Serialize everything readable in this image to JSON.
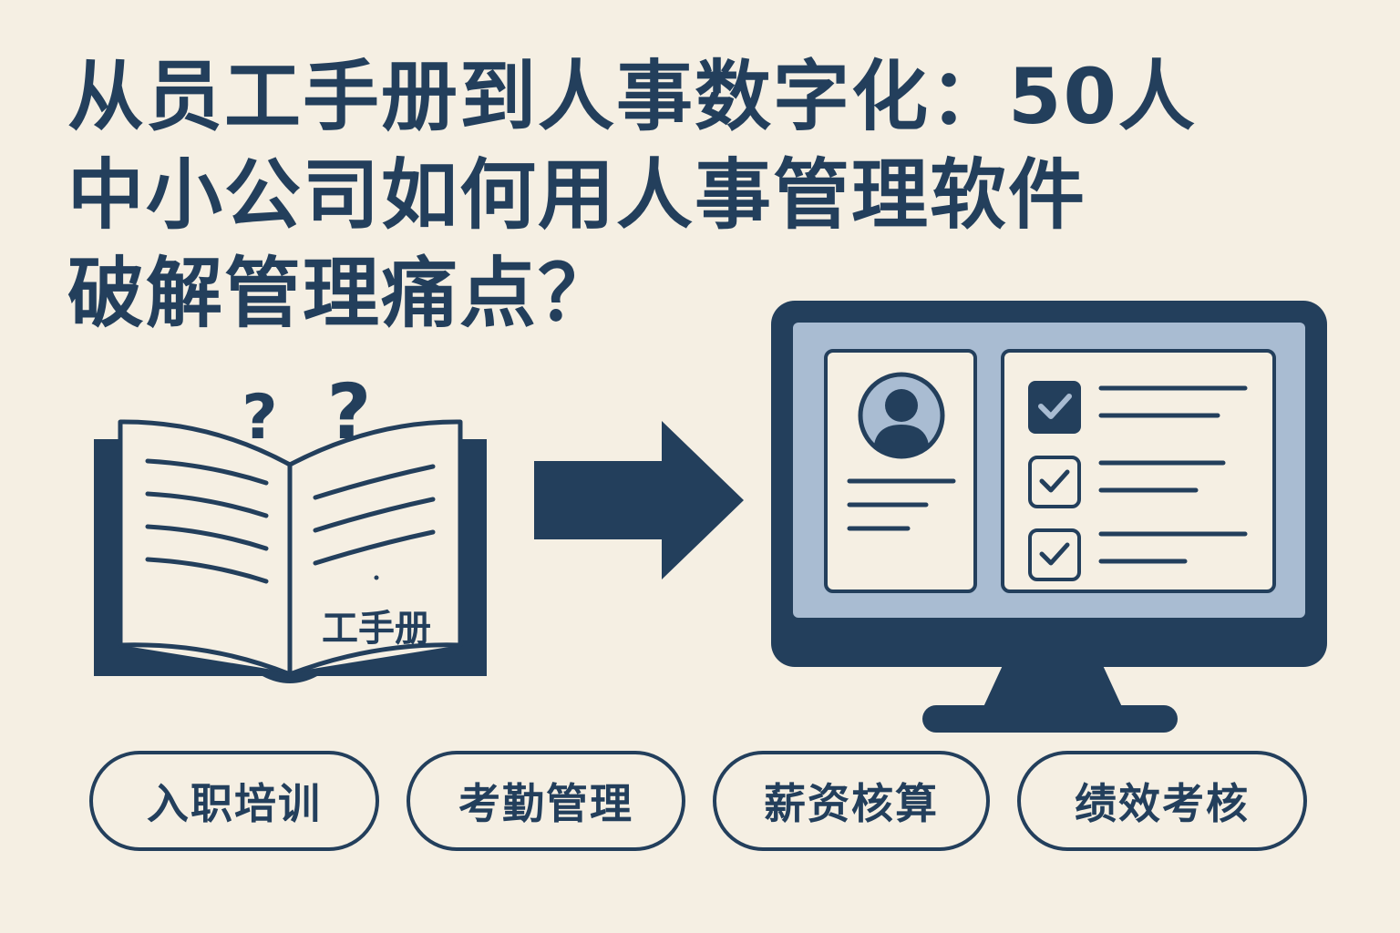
{
  "title": {
    "line1": "从员工手册到人事数字化：50人",
    "line2": "中小公司如何用人事管理软件",
    "line3": "破解管理痛点？"
  },
  "book": {
    "label": "工手册",
    "question_marks": [
      "?",
      "?"
    ]
  },
  "icons": {
    "book": "open-book-icon",
    "arrow": "arrow-right-icon",
    "monitor": "computer-monitor-icon",
    "avatar": "user-avatar-icon",
    "check": "checkbox-checked-icon"
  },
  "features": [
    {
      "label": "入职培训"
    },
    {
      "label": "考勤管理"
    },
    {
      "label": "薪资核算"
    },
    {
      "label": "绩效考核"
    }
  ],
  "colors": {
    "background": "#f5efe3",
    "primary": "#233f5c",
    "screen": "#a9bcd2"
  }
}
